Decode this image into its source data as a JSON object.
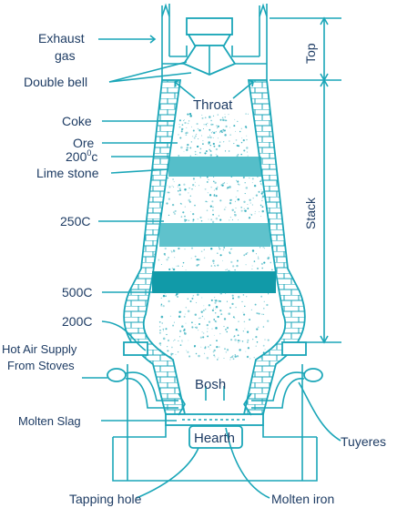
{
  "labels": {
    "exhaust_gas_1": "Exhaust",
    "exhaust_gas_2": "gas",
    "double_bell": "Double bell",
    "coke": "Coke",
    "ore": "Ore",
    "temp_200_top": "200",
    "temp_200_top_sup": "0",
    "temp_200_top_unit": "c",
    "lime_stone": "Lime stone",
    "temp_250": "250C",
    "temp_500": "500C",
    "temp_200_bottom": "200C",
    "hot_air_1": "Hot Air Supply",
    "hot_air_2": "From Stoves",
    "molten_slag": "Molten Slag",
    "tapping_hole": "Tapping hole",
    "molten_iron": "Molten iron",
    "tuyeres": "Tuyeres",
    "throat": "Throat",
    "bosh": "Bosh",
    "hearth": "Hearth",
    "top": "Top",
    "stack": "Stack"
  },
  "colors": {
    "accent": "#1aa6b8",
    "text": "#1e3c64"
  }
}
